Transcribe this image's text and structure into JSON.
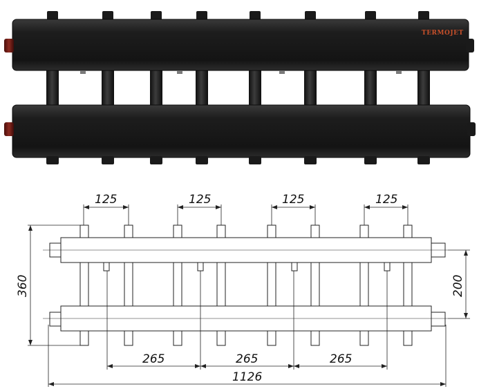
{
  "product": {
    "brand": "TERMOJET",
    "outlet_count": 8,
    "colors": {
      "body": "#1c1c1c",
      "edge": "#3a3a3a",
      "brand_text": "#c8502a",
      "caps": "#7a1d16"
    }
  },
  "drawing": {
    "dim_top_spacings": [
      "125",
      "125",
      "125",
      "125"
    ],
    "dim_bottom_spacings": [
      "265",
      "265",
      "265"
    ],
    "dim_total_width": "1126",
    "dim_height": "360",
    "dim_axis_distance": "200",
    "line_color": "#222222"
  }
}
